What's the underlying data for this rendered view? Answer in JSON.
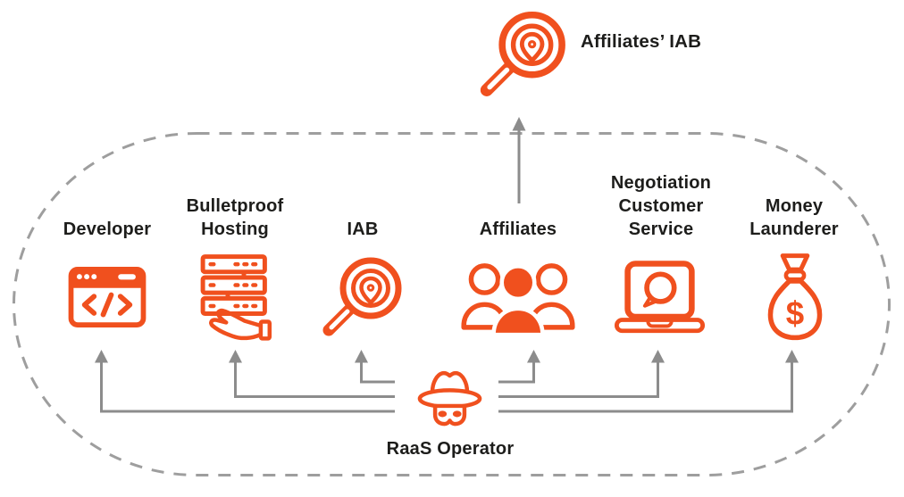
{
  "colors": {
    "accent_orange": "#F0501E",
    "arrow_gray": "#8C8C8C",
    "dash_gray": "#9E9E9E",
    "text_ink": "#1D1D1B",
    "background": "#FFFFFF"
  },
  "diagram": {
    "external_entity": {
      "label": "Affiliates’ IAB",
      "icon": "search-location-icon"
    },
    "roles": [
      {
        "label": "Developer",
        "icon": "code-window-icon"
      },
      {
        "label": "Bulletproof\nHosting",
        "icon": "server-hand-icon"
      },
      {
        "label": "IAB",
        "icon": "search-location-icon"
      },
      {
        "label": "Affiliates",
        "icon": "people-group-icon"
      },
      {
        "label": "Negotiation\nCustomer\nService",
        "icon": "laptop-chat-icon"
      },
      {
        "label": "Money\nLaunderer",
        "icon": "money-bag-icon"
      }
    ],
    "operator": {
      "label": "RaaS Operator",
      "icon": "spy-icon"
    },
    "money_symbol": "$"
  }
}
